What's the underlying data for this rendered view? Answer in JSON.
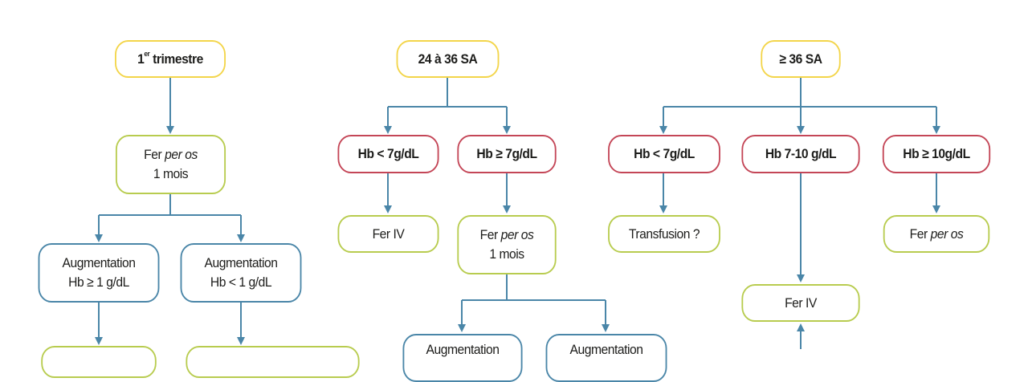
{
  "colors": {
    "connector": "#4a86a8",
    "period_border": "#f3d54a",
    "treatment_border": "#b8cc4f",
    "hemoglobin_border": "#c44657",
    "response_border": "#4a86a8"
  },
  "col1": {
    "header": {
      "main": "1",
      "sup": "er",
      "rest": " trimestre"
    },
    "treatment": {
      "line1_pre": "Fer ",
      "line1_em": "per os",
      "line2": "1 mois"
    },
    "response_up": {
      "line1": "Augmentation",
      "line2": "Hb ≥ 1 g/dL"
    },
    "response_low": {
      "line1": "Augmentation",
      "line2": "Hb < 1 g/dL"
    }
  },
  "col2": {
    "header": "24 à 36 SA",
    "hb_low": "Hb < 7g/dL",
    "hb_high": "Hb ≥ 7g/dL",
    "treatment_iv": "Fer IV",
    "treatment_oral": {
      "line1_pre": "Fer ",
      "line1_em": "per os",
      "line2": "1 mois"
    },
    "response_left": {
      "line1": "Augmentation"
    },
    "response_right": {
      "line1": "Augmentation"
    }
  },
  "col3": {
    "header": "≥ 36 SA",
    "hb_low": "Hb < 7g/dL",
    "hb_mid": "Hb 7-10 g/dL",
    "hb_high": "Hb ≥ 10g/dL",
    "transfusion": "Transfusion ?",
    "treatment_iv": "Fer IV",
    "treatment_oral": {
      "line1_pre": "Fer ",
      "line1_em": "per os"
    }
  }
}
